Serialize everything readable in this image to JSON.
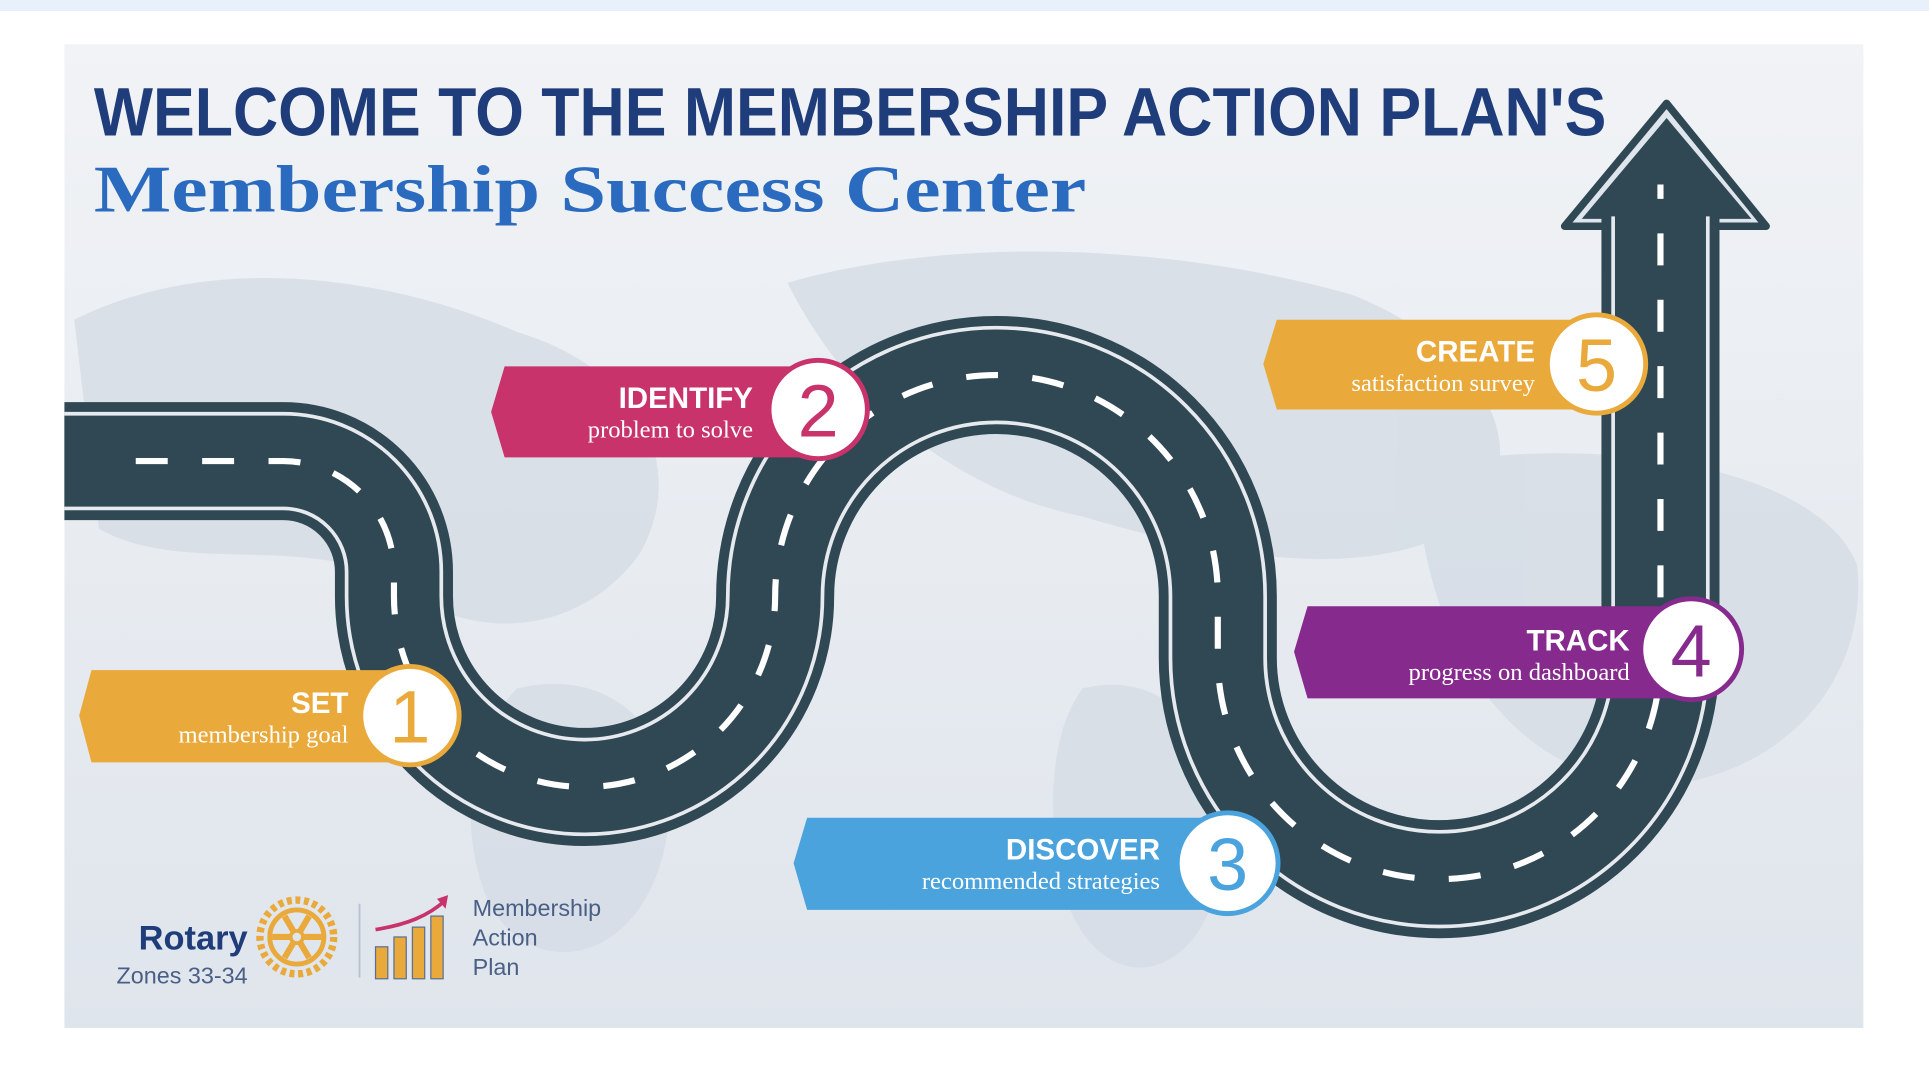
{
  "title": "WELCOME TO THE MEMBERSHIP ACTION PLAN'S",
  "subtitle": "Membership Success Center",
  "colors": {
    "title": "#1f3d7a",
    "subtitle": "#2a6bbf",
    "road": "#2f4854",
    "set": "#e9a93b",
    "identify": "#c7336a",
    "discover": "#4aa3dc",
    "track": "#862a8e",
    "create": "#e9a93b"
  },
  "steps": [
    {
      "number": "1",
      "heading": "SET",
      "detail": "membership goal"
    },
    {
      "number": "2",
      "heading": "IDENTIFY",
      "detail": "problem to solve"
    },
    {
      "number": "3",
      "heading": "DISCOVER",
      "detail": "recommended strategies"
    },
    {
      "number": "4",
      "heading": "TRACK",
      "detail": "progress on dashboard"
    },
    {
      "number": "5",
      "heading": "CREATE",
      "detail": "satisfaction survey"
    }
  ],
  "footer": {
    "rotary": "Rotary",
    "zones": "Zones 33-34",
    "map_line1": "Membership",
    "map_line2": "Action",
    "map_line3": "Plan"
  }
}
